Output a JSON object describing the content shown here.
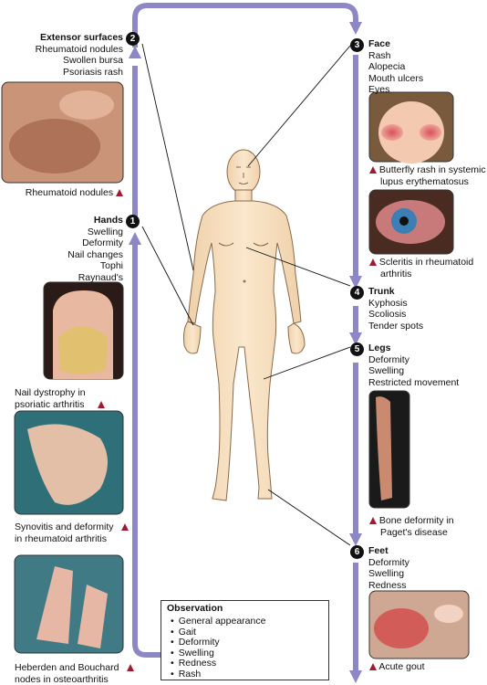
{
  "sections": {
    "extensor": {
      "num": "2",
      "title": "Extensor surfaces",
      "items": [
        "Rheumatoid nodules",
        "Swollen bursa",
        "Psoriasis rash"
      ]
    },
    "hands": {
      "num": "1",
      "title": "Hands",
      "items": [
        "Swelling",
        "Deformity",
        "Nail changes",
        "Tophi",
        "Raynaud's"
      ]
    },
    "face": {
      "num": "3",
      "title": "Face",
      "items": [
        "Rash",
        "Alopecia",
        "Mouth ulcers",
        "Eyes"
      ]
    },
    "trunk": {
      "num": "4",
      "title": "Trunk",
      "items": [
        "Kyphosis",
        "Scoliosis",
        "Tender spots"
      ]
    },
    "legs": {
      "num": "5",
      "title": "Legs",
      "items": [
        "Deformity",
        "Swelling",
        "Restricted movement"
      ]
    },
    "feet": {
      "num": "6",
      "title": "Feet",
      "items": [
        "Deformity",
        "Swelling",
        "Redness"
      ]
    }
  },
  "captions": {
    "rheumatoid_nodules": "Rheumatoid nodules",
    "nail_dystrophy": [
      "Nail dystrophy in",
      "psoriatic arthritis"
    ],
    "synovitis": [
      "Synovitis and deformity",
      "in rheumatoid arthritis"
    ],
    "heberden": [
      "Heberden and Bouchard",
      "nodes in osteoarthritis"
    ],
    "butterfly": [
      "Butterfly rash in systemic",
      "lupus erythematosus"
    ],
    "scleritis": [
      "Scleritis in rheumatoid",
      "arthritis"
    ],
    "paget": [
      "Bone deformity in",
      "Paget's disease"
    ],
    "gout": "Acute gout"
  },
  "observation": {
    "title": "Observation",
    "items": [
      "General appearance",
      "Gait",
      "Deformity",
      "Swelling",
      "Redness",
      "Rash"
    ]
  },
  "colors": {
    "arrow": "#8e87c6",
    "skin": "#f6dfbf",
    "caption_marker": "#9e1b32"
  }
}
